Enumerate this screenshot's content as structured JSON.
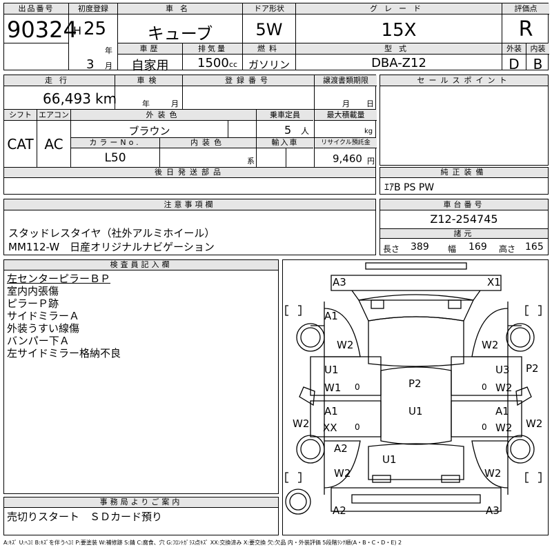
{
  "header": {
    "labels": {
      "lot": "出品番号",
      "first_reg": "初度登録",
      "car_name": "車名",
      "doors": "ドア形状",
      "grade": "グレード",
      "score": "評価点",
      "history": "車歴",
      "displacement": "排気量",
      "fuel": "燃料",
      "model": "型式",
      "exterior": "外装",
      "interior": "内装"
    },
    "lot_no": "90324",
    "era": "H",
    "year": "25",
    "year_unit": "年",
    "month": "3",
    "month_unit": "月",
    "car_name": "キューブ",
    "doors": "5W",
    "grade": "15X",
    "score": "R",
    "history": "自家用",
    "displacement": "1500",
    "displacement_unit": "cc",
    "fuel": "ガソリン",
    "model": "DBA-Z12",
    "exterior_grade": "D",
    "interior_grade": "B"
  },
  "info": {
    "labels": {
      "mileage": "走行",
      "inspection": "車検",
      "reg_no": "登録番号",
      "doc_deadline": "譲渡書類期限",
      "shift": "シフト",
      "ac": "エアコン",
      "ext_color": "外装色",
      "capacity": "乗車定員",
      "max_load": "最大積載量",
      "color_no": "カラーNo.",
      "int_color": "内装色",
      "import": "輸入車",
      "recycle": "リサイクル預託金",
      "later_parts": "後日発送部品",
      "sales_point": "セールスポイント",
      "equipment": "純正装備"
    },
    "mileage": "66,493",
    "mileage_unit": "km",
    "inspection_year_unit": "年",
    "inspection_month_unit": "月",
    "doc_month_unit": "月",
    "doc_day_unit": "日",
    "shift": "CAT",
    "ac": "AC",
    "ext_color": "ブラウン",
    "capacity": "5",
    "capacity_unit": "人",
    "max_load_unit": "kg",
    "color_no": "L50",
    "int_color_unit": "系",
    "recycle": "9,460",
    "recycle_unit": "円",
    "equipment": "ｴｱB PS PW"
  },
  "notes": {
    "label": "注意事項欄",
    "lines": [
      "スタッドレスタイヤ（社外アルミホイール）",
      "MM112-W　日産オリジナルナビゲーション"
    ]
  },
  "chassis": {
    "label": "車台番号",
    "value": "Z12-254745",
    "spec_label": "諸元",
    "length_label": "長さ",
    "length": "389",
    "width_label": "幅",
    "width": "169",
    "height_label": "高さ",
    "height": "165"
  },
  "inspector": {
    "label": "検査員記入欄",
    "lines": [
      "左センターピラーＢＰ",
      "室内内張傷",
      "ピラーＰ跡",
      "サイドミラーＡ",
      "外装うすい線傷",
      "バンパー下Ａ",
      "左サイドミラー格納不良"
    ]
  },
  "office": {
    "label": "事務局よりご案内",
    "text": "売切りスタート　ＳＤカード預り"
  },
  "diagram_codes": {
    "a3_top": "A3",
    "x1_top": "X1",
    "a1_lf": "A1",
    "w2_lf": "W2",
    "w2_rf": "W2",
    "u1_ld": "U1",
    "w1_ld": "W1",
    "zero_ld": "0",
    "u3_rd": "U3",
    "w2_rd": "W2",
    "zero_rd": "0",
    "p2_rs": "P2",
    "p2_roof": "P2",
    "u1_roof": "U1",
    "u1_cargo": "U1",
    "a1_lr": "A1",
    "xx_lr": "XX",
    "zero_lr": "0",
    "w2_ls": "W2",
    "a1_rr": "A1",
    "w2_rr": "W2",
    "zero_rr": "0",
    "w2_rs": "W2",
    "a2_lq": "A2",
    "w2_lq": "W2",
    "w2_rq": "W2",
    "a2_bot": "A2",
    "a3_bot": "A3"
  },
  "legend": "A:ｷｽﾞ U:ﾍｺﾐ B:ｷｽﾞを伴うﾍｺﾐ P:要塗装 W:補修跡 S:錆 C:腐食、穴 G:ﾌﾛﾝﾄｶﾞﾗｽ点ｷｽﾞ XX:交換済み X:要交換 欠:欠品 内・外装評価 5段階ﾗﾝｸ順(A・B・C・D・E) 2"
}
